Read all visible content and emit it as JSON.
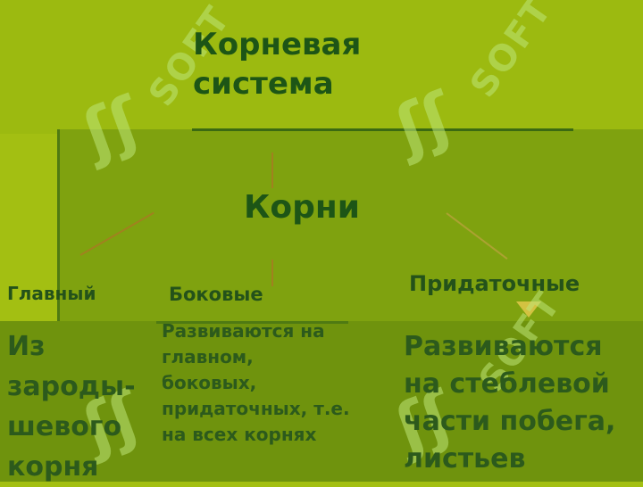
{
  "slide": {
    "title": "Корневая\nсистема",
    "center_label": "Корни",
    "branches": [
      {
        "heading": "Главный",
        "description": "Из\nзароды-\nшевого\nкорня"
      },
      {
        "heading": "Боковые",
        "description": "Развиваются на\nглавном,\nбоковых,\nпридаточных, т.е.\nна всех корнях"
      },
      {
        "heading": "Придаточные",
        "description": "Развиваются\nна стеблевой\nчасти побега,\nлистьев"
      }
    ]
  },
  "watermark": {
    "text": "SOFT",
    "logo": "ʃʃ"
  },
  "colors": {
    "background": "#a3bf12",
    "panel": "#7fa20f",
    "text": "#1f4a17",
    "accent": "#b86a2a"
  }
}
